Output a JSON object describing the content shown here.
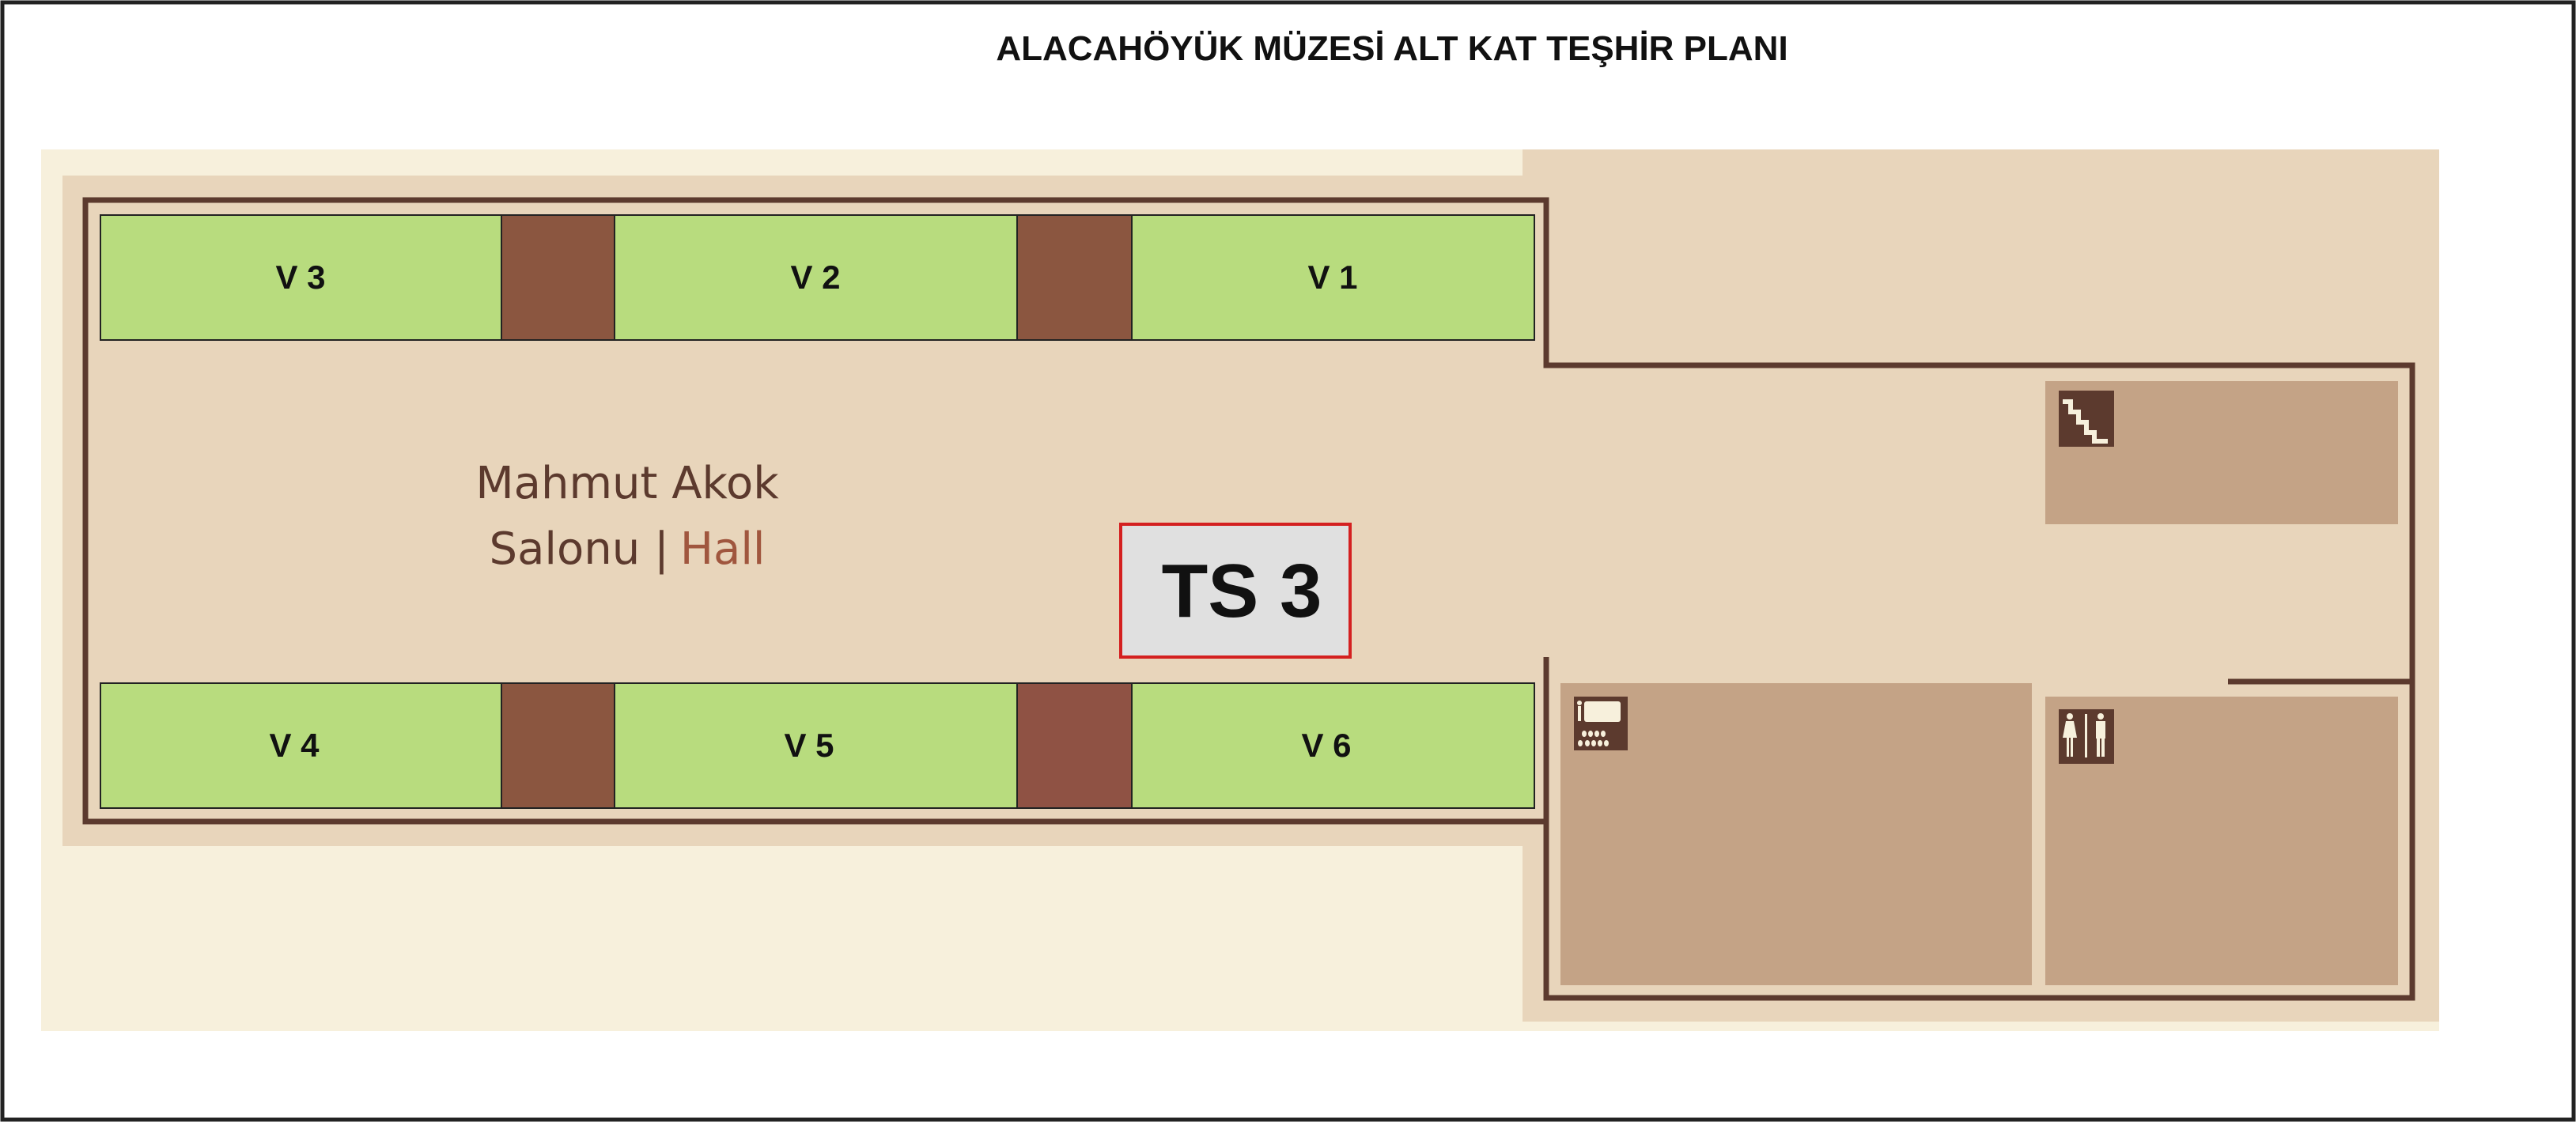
{
  "title": "ALACAHÖYÜK MÜZESİ ALT KAT TEŞHİR PLANI",
  "hall": {
    "name_line1": "Mahmut Akok",
    "name_line2": "Salonu |",
    "name_en": "Hall"
  },
  "showcases": {
    "top": [
      "V  3",
      "V 2",
      "V 1"
    ],
    "bottom": [
      "V 4",
      "V 5",
      "V 6"
    ]
  },
  "center_label": "TS 3",
  "icons": [
    "stairs-icon",
    "lecture-room-icon",
    "restroom-icon"
  ],
  "colors": {
    "wall": "#5c3a2e",
    "floor": "#e8d5bb",
    "outer": "#f7f0dc",
    "case": "#b8dc7e",
    "pillar": "#8b5640",
    "room": "#c4a386",
    "accent_red": "#d42020",
    "hall_en": "#a0563e"
  }
}
